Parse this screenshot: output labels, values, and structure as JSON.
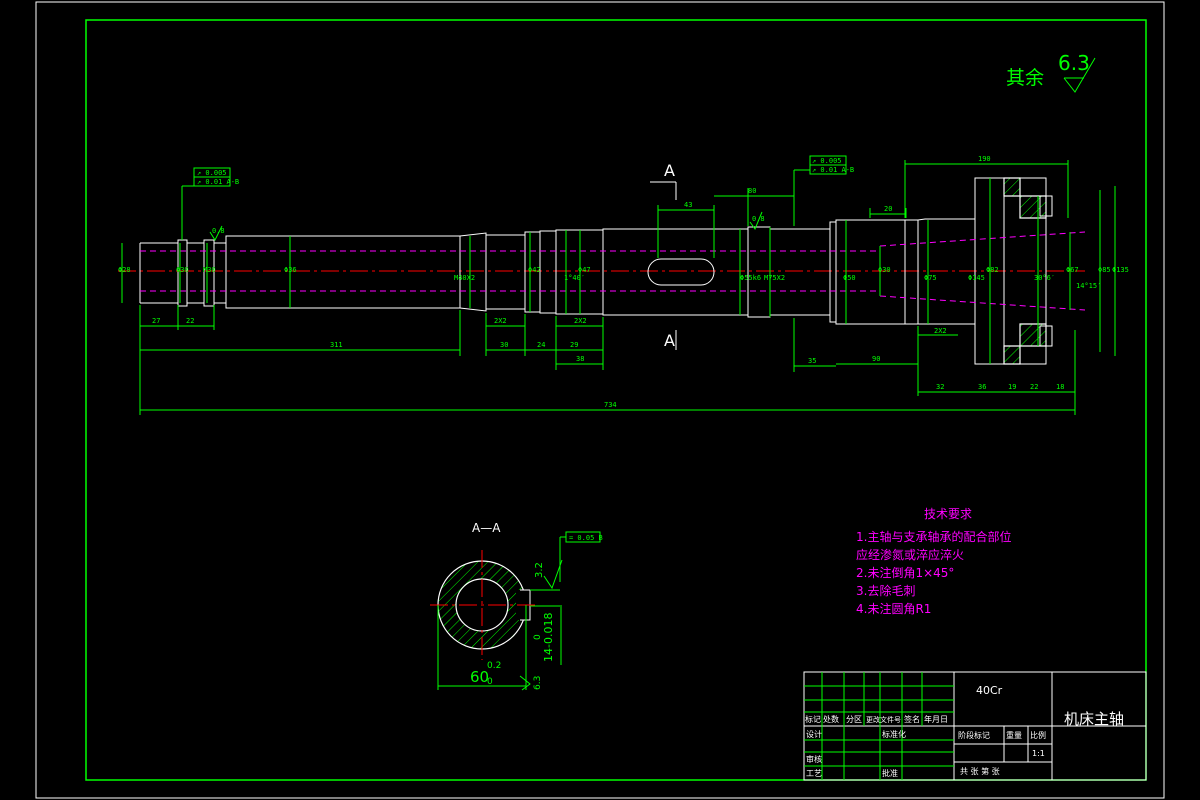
{
  "roughness_note": {
    "prefix": "其余",
    "value": "6.3"
  },
  "section_marker": "A",
  "section_view_title": "A—A",
  "dimensions": {
    "overall": "734",
    "d311": "311",
    "d30": "30",
    "d24": "24",
    "d29": "29",
    "d38": "38",
    "d27": "27",
    "d43": "43",
    "d80": "80",
    "d35": "35",
    "d90": "90",
    "d190": "190",
    "d20": "20",
    "d32": "32",
    "d19": "19",
    "d22": "22",
    "d18": "18"
  },
  "section_dims": {
    "diameter": "60",
    "dia_tol_upper": "0.2",
    "dia_tol_lower": "0",
    "key_depth": "14-0.018",
    "key_tol": "0",
    "roughness_a": "3.2",
    "roughness_b": "6.3"
  },
  "tech_requirements": {
    "title": "技术要求",
    "items": [
      "1.主轴与支承轴承的配合部位",
      "  应经渗氮或淬应淬火",
      "2.未注倒角1×45°",
      "3.去除毛刺",
      "4.未注圆角R1"
    ]
  },
  "title_block": {
    "material": "40Cr",
    "part_name": "机床主轴",
    "row_labels": [
      "标记",
      "处数",
      "分区",
      "更改文件号",
      "签名",
      "年月日"
    ],
    "design": "设计",
    "check": "审核",
    "process": "工艺",
    "standard": "标准化",
    "approve": "批准",
    "stage_label": "阶段标记",
    "weight_label": "重量",
    "scale_label": "比例",
    "scale": "1:1",
    "sheets": "共 张 第 张"
  }
}
